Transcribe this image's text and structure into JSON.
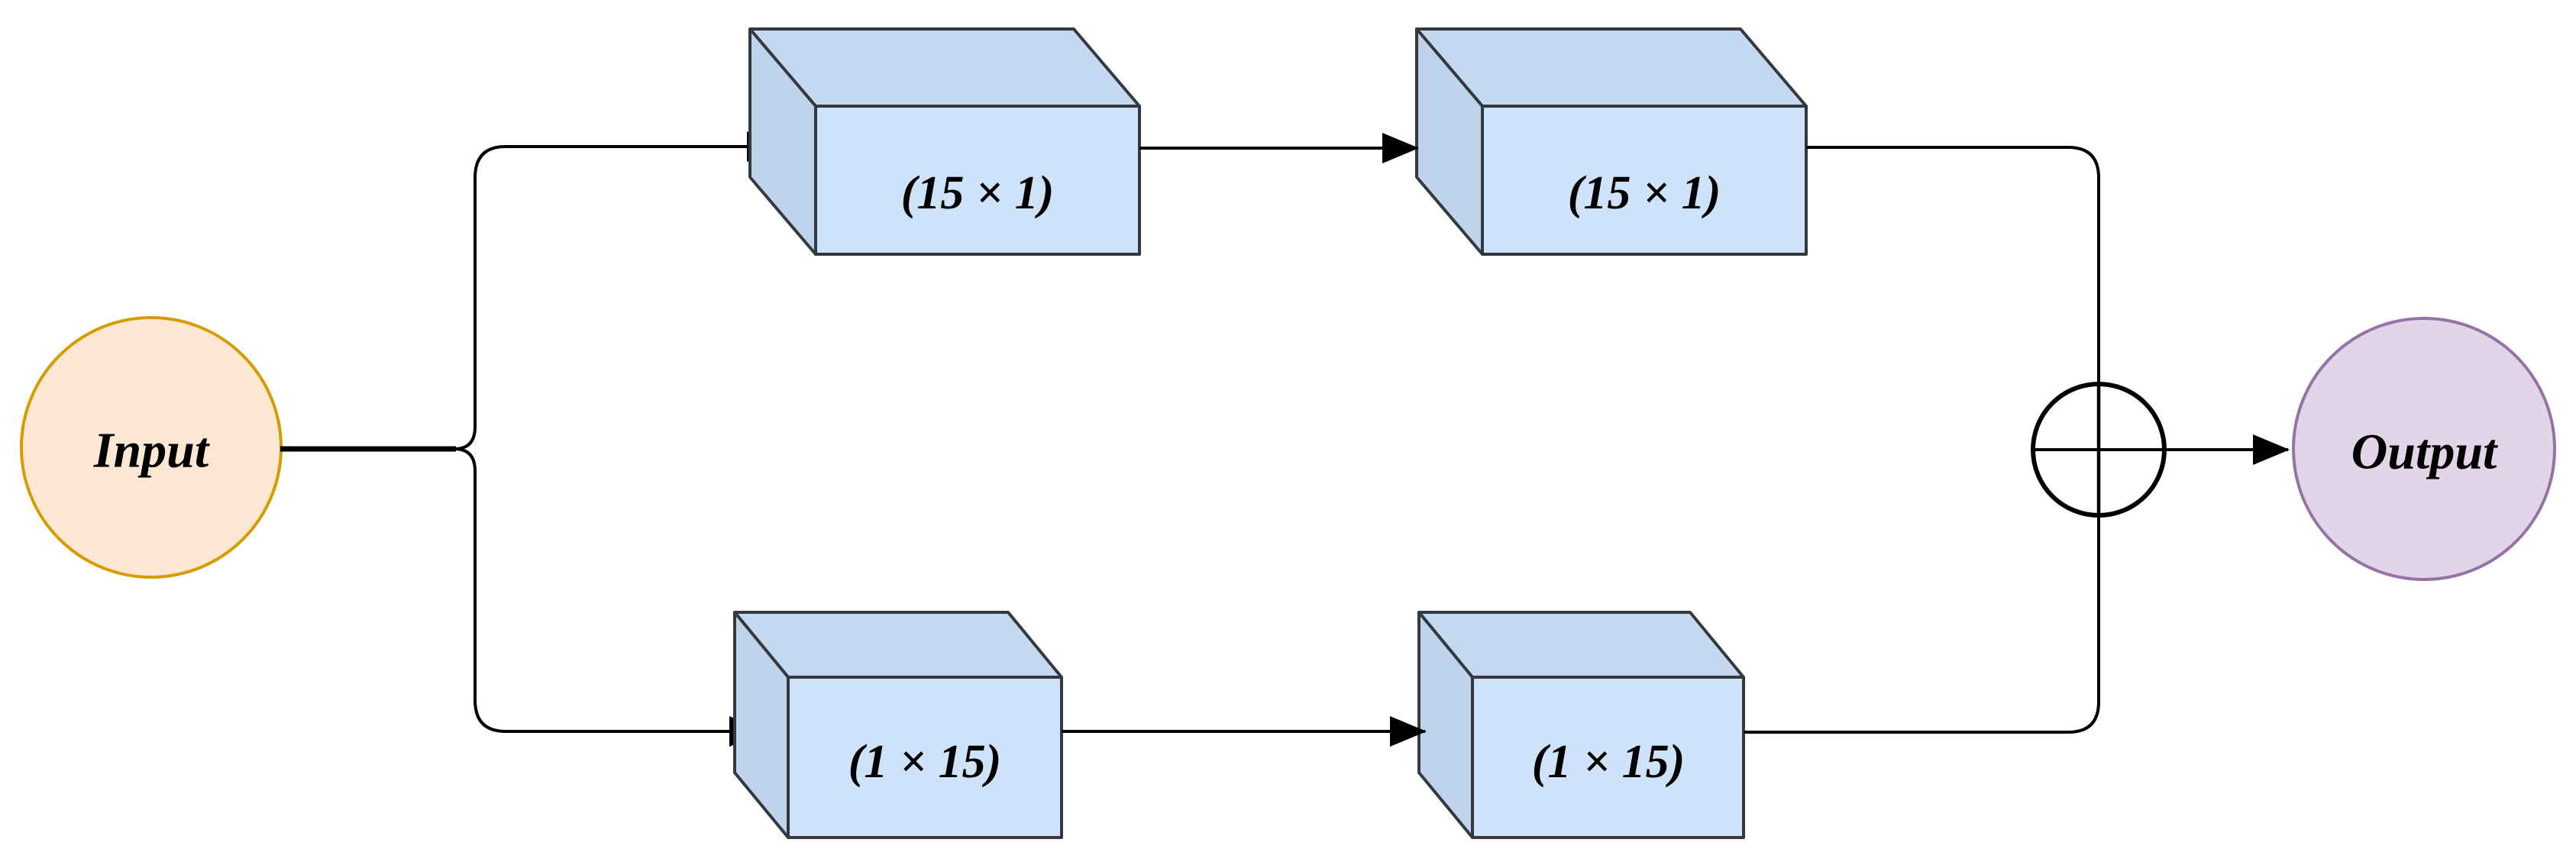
{
  "colors": {
    "canvas": "#ffffff",
    "line": "#000000",
    "input_fill": "#fce8d2",
    "input_stroke": "#d79b00",
    "output_fill": "#e1d5e7",
    "output_stroke": "#9673a6",
    "cube_front": "#cee2f9",
    "cube_top": "#c4d8f0",
    "cube_side": "#bfd3ec",
    "cube_stroke": "#33393f"
  },
  "nodes": {
    "input": {
      "label": "Input",
      "shape": "circle"
    },
    "output": {
      "label": "Output",
      "shape": "circle"
    },
    "branch_top": [
      {
        "label": "(15 × 1)",
        "shape": "cube"
      },
      {
        "label": "(15 × 1)",
        "shape": "cube"
      }
    ],
    "branch_bottom": [
      {
        "label": "(1 × 15)",
        "shape": "cube"
      },
      {
        "label": "(1 × 15)",
        "shape": "cube"
      }
    ],
    "merge": {
      "icon": "circled-plus-sum-icon"
    }
  }
}
